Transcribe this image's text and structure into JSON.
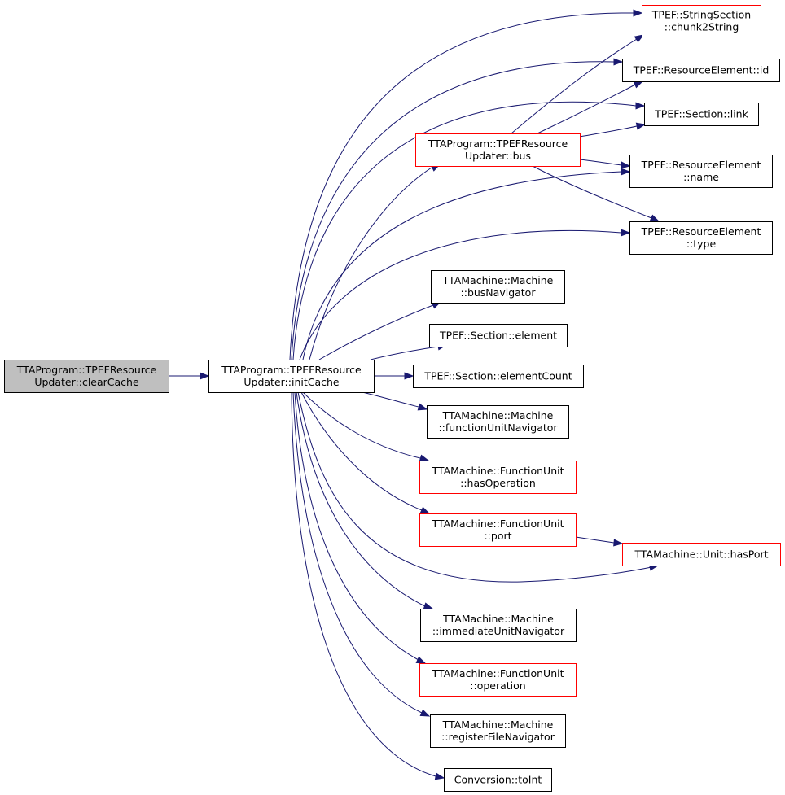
{
  "graph": {
    "nodes": {
      "clearCache": {
        "lines": [
          "TTAProgram::TPEFResource",
          "Updater::clearCache"
        ],
        "style": "current"
      },
      "initCache": {
        "lines": [
          "TTAProgram::TPEFResource",
          "Updater::initCache"
        ],
        "style": "normal"
      },
      "chunk2String": {
        "lines": [
          "TPEF::StringSection",
          "::chunk2String"
        ],
        "style": "truncated"
      },
      "resId": {
        "lines": [
          "TPEF::ResourceElement::id"
        ],
        "style": "normal"
      },
      "sectionLink": {
        "lines": [
          "TPEF::Section::link"
        ],
        "style": "normal"
      },
      "bus": {
        "lines": [
          "TTAProgram::TPEFResource",
          "Updater::bus"
        ],
        "style": "truncated"
      },
      "resName": {
        "lines": [
          "TPEF::ResourceElement",
          "::name"
        ],
        "style": "normal"
      },
      "resType": {
        "lines": [
          "TPEF::ResourceElement",
          "::type"
        ],
        "style": "normal"
      },
      "busNavigator": {
        "lines": [
          "TTAMachine::Machine",
          "::busNavigator"
        ],
        "style": "normal"
      },
      "sectionElement": {
        "lines": [
          "TPEF::Section::element"
        ],
        "style": "normal"
      },
      "elementCount": {
        "lines": [
          "TPEF::Section::elementCount"
        ],
        "style": "normal"
      },
      "fuNavigator": {
        "lines": [
          "TTAMachine::Machine",
          "::functionUnitNavigator"
        ],
        "style": "normal"
      },
      "hasOperation": {
        "lines": [
          "TTAMachine::FunctionUnit",
          "::hasOperation"
        ],
        "style": "truncated"
      },
      "fuPort": {
        "lines": [
          "TTAMachine::FunctionUnit",
          "::port"
        ],
        "style": "truncated"
      },
      "hasPort": {
        "lines": [
          "TTAMachine::Unit::hasPort"
        ],
        "style": "truncated"
      },
      "iuNavigator": {
        "lines": [
          "TTAMachine::Machine",
          "::immediateUnitNavigator"
        ],
        "style": "normal"
      },
      "fuOperation": {
        "lines": [
          "TTAMachine::FunctionUnit",
          "::operation"
        ],
        "style": "truncated"
      },
      "rfNavigator": {
        "lines": [
          "TTAMachine::Machine",
          "::registerFileNavigator"
        ],
        "style": "normal"
      },
      "toInt": {
        "lines": [
          "Conversion::toInt"
        ],
        "style": "normal"
      }
    },
    "edges": [
      [
        "clearCache",
        "initCache"
      ],
      [
        "initCache",
        "chunk2String"
      ],
      [
        "initCache",
        "resId"
      ],
      [
        "initCache",
        "sectionLink"
      ],
      [
        "initCache",
        "bus"
      ],
      [
        "initCache",
        "resName"
      ],
      [
        "initCache",
        "resType"
      ],
      [
        "initCache",
        "busNavigator"
      ],
      [
        "initCache",
        "sectionElement"
      ],
      [
        "initCache",
        "elementCount"
      ],
      [
        "initCache",
        "fuNavigator"
      ],
      [
        "initCache",
        "hasOperation"
      ],
      [
        "initCache",
        "fuPort"
      ],
      [
        "initCache",
        "hasPort"
      ],
      [
        "initCache",
        "iuNavigator"
      ],
      [
        "initCache",
        "fuOperation"
      ],
      [
        "initCache",
        "rfNavigator"
      ],
      [
        "initCache",
        "toInt"
      ],
      [
        "bus",
        "chunk2String"
      ],
      [
        "bus",
        "resId"
      ],
      [
        "bus",
        "sectionLink"
      ],
      [
        "bus",
        "resName"
      ],
      [
        "bus",
        "resType"
      ],
      [
        "fuPort",
        "hasPort"
      ]
    ],
    "colors": {
      "edge": "#191970",
      "current_fill": "#bfbfbf",
      "normal_border": "#000000",
      "truncated_border": "#ff0000",
      "background": "#ffffff"
    }
  }
}
